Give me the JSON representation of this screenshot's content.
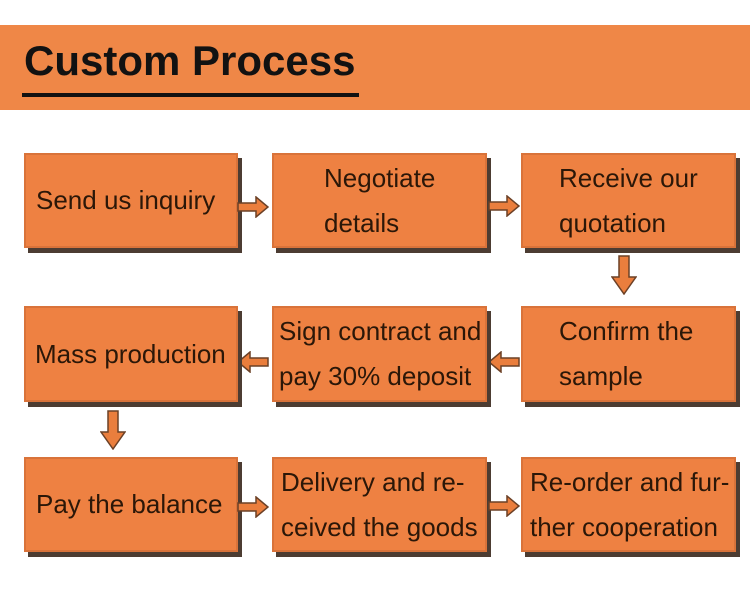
{
  "header": {
    "title": "Custom Process"
  },
  "colors": {
    "page_bg": "#ffffff",
    "band": "#ef8747",
    "box_fill": "#ee8142",
    "box_border": "#d9733a",
    "box_shadow": "#4c3c32",
    "arrow_fill": "#ea7e3d",
    "arrow_outline": "#6b4026",
    "title_text": "#121212",
    "title_underline": "#121212",
    "box_text": "#2b1708"
  },
  "flow": {
    "boxes": [
      {
        "id": "send-us-inquiry",
        "line1": "Send us inquiry",
        "line2": ""
      },
      {
        "id": "negotiate-details",
        "line1": "Negotiate",
        "line2": "details"
      },
      {
        "id": "receive-quotation",
        "line1": "Receive our",
        "line2": "quotation"
      },
      {
        "id": "confirm-sample",
        "line1": "Confirm the",
        "line2": "sample"
      },
      {
        "id": "sign-contract",
        "line1": "Sign contract and",
        "line2": "pay 30% deposit"
      },
      {
        "id": "mass-production",
        "line1": "Mass production",
        "line2": ""
      },
      {
        "id": "pay-balance",
        "line1": "Pay the balance",
        "line2": ""
      },
      {
        "id": "delivery-goods",
        "line1": "Delivery and re-",
        "line2": "ceived the goods"
      },
      {
        "id": "reorder-cooperation",
        "line1": "Re-order and fur-",
        "line2": "ther cooperation"
      }
    ],
    "connectors": [
      {
        "from": "send-us-inquiry",
        "to": "negotiate-details",
        "direction": "right"
      },
      {
        "from": "negotiate-details",
        "to": "receive-quotation",
        "direction": "right"
      },
      {
        "from": "receive-quotation",
        "to": "confirm-sample",
        "direction": "down"
      },
      {
        "from": "confirm-sample",
        "to": "sign-contract",
        "direction": "left"
      },
      {
        "from": "sign-contract",
        "to": "mass-production",
        "direction": "left"
      },
      {
        "from": "mass-production",
        "to": "pay-balance",
        "direction": "down"
      },
      {
        "from": "pay-balance",
        "to": "delivery-goods",
        "direction": "right"
      },
      {
        "from": "delivery-goods",
        "to": "reorder-cooperation",
        "direction": "right"
      }
    ]
  }
}
